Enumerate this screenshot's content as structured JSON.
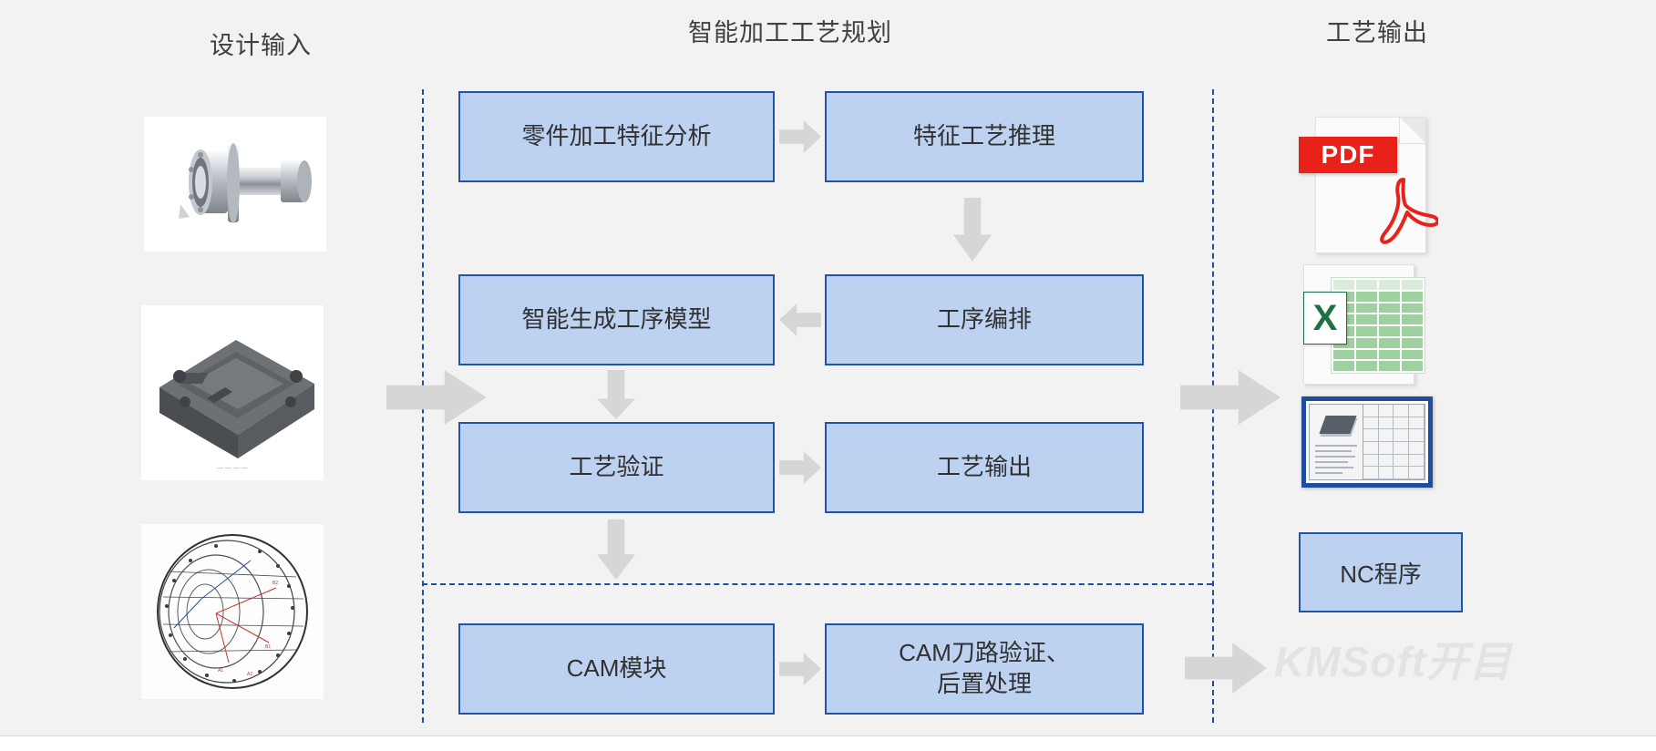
{
  "sections": {
    "design_input_title": "设计输入",
    "planning_title": "智能加工工艺规划",
    "output_title": "工艺输出"
  },
  "process_boxes": {
    "feature_analysis": "零件加工特征分析",
    "feature_reasoning": "特征工艺推理",
    "process_model": "智能生成工序模型",
    "process_sequencing": "工序编排",
    "process_verification": "工艺验证",
    "process_output": "工艺输出",
    "cam_module": "CAM模块",
    "cam_toolpath_line1": "CAM刀路验证、",
    "cam_toolpath_line2": "后置处理",
    "nc_program": "NC程序"
  },
  "icons": {
    "pdf_label": "PDF",
    "excel_label": "X"
  },
  "watermark": "KMSoft开目",
  "colors": {
    "box_fill": "#bdd1f0",
    "box_border": "#2154a6",
    "arrow": "#d6d6d6",
    "dashed_divider": "#1f4e9c",
    "background": "#f2f2f2",
    "pdf_red": "#e8211a",
    "excel_green": "#1e7145",
    "title_text": "#404040"
  }
}
